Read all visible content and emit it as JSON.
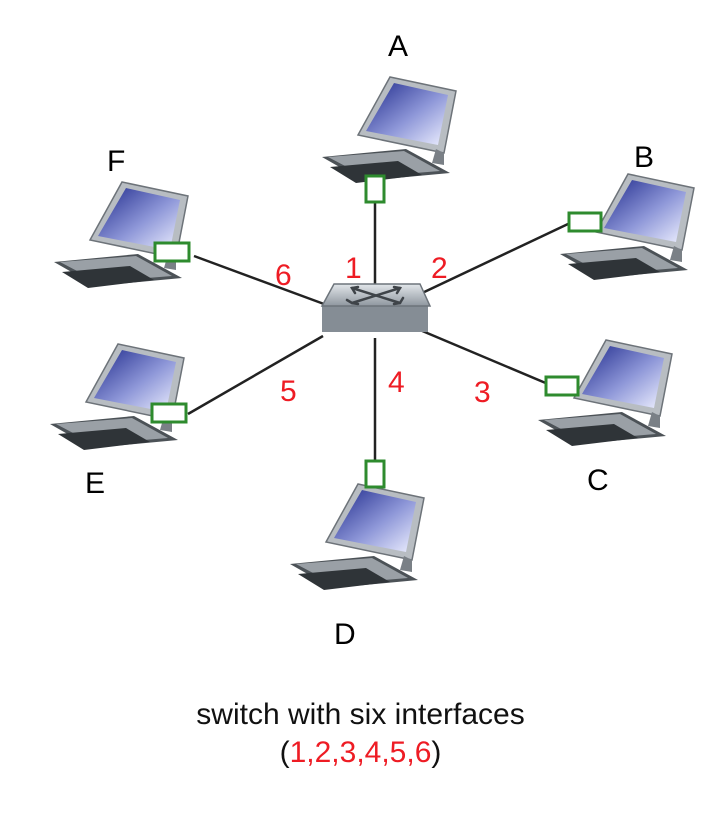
{
  "hosts": [
    {
      "id": "A",
      "label": "A"
    },
    {
      "id": "B",
      "label": "B"
    },
    {
      "id": "C",
      "label": "C"
    },
    {
      "id": "D",
      "label": "D"
    },
    {
      "id": "E",
      "label": "E"
    },
    {
      "id": "F",
      "label": "F"
    }
  ],
  "interfaces": [
    "1",
    "2",
    "3",
    "4",
    "5",
    "6"
  ],
  "caption": {
    "line1": "switch with six interfaces",
    "open_paren": "(",
    "numbers": "1,2,3,4,5,6",
    "close_paren": ")"
  },
  "colors": {
    "interface_label": "#ee1c24",
    "port": "#2e8b2e",
    "link": "#222222"
  }
}
